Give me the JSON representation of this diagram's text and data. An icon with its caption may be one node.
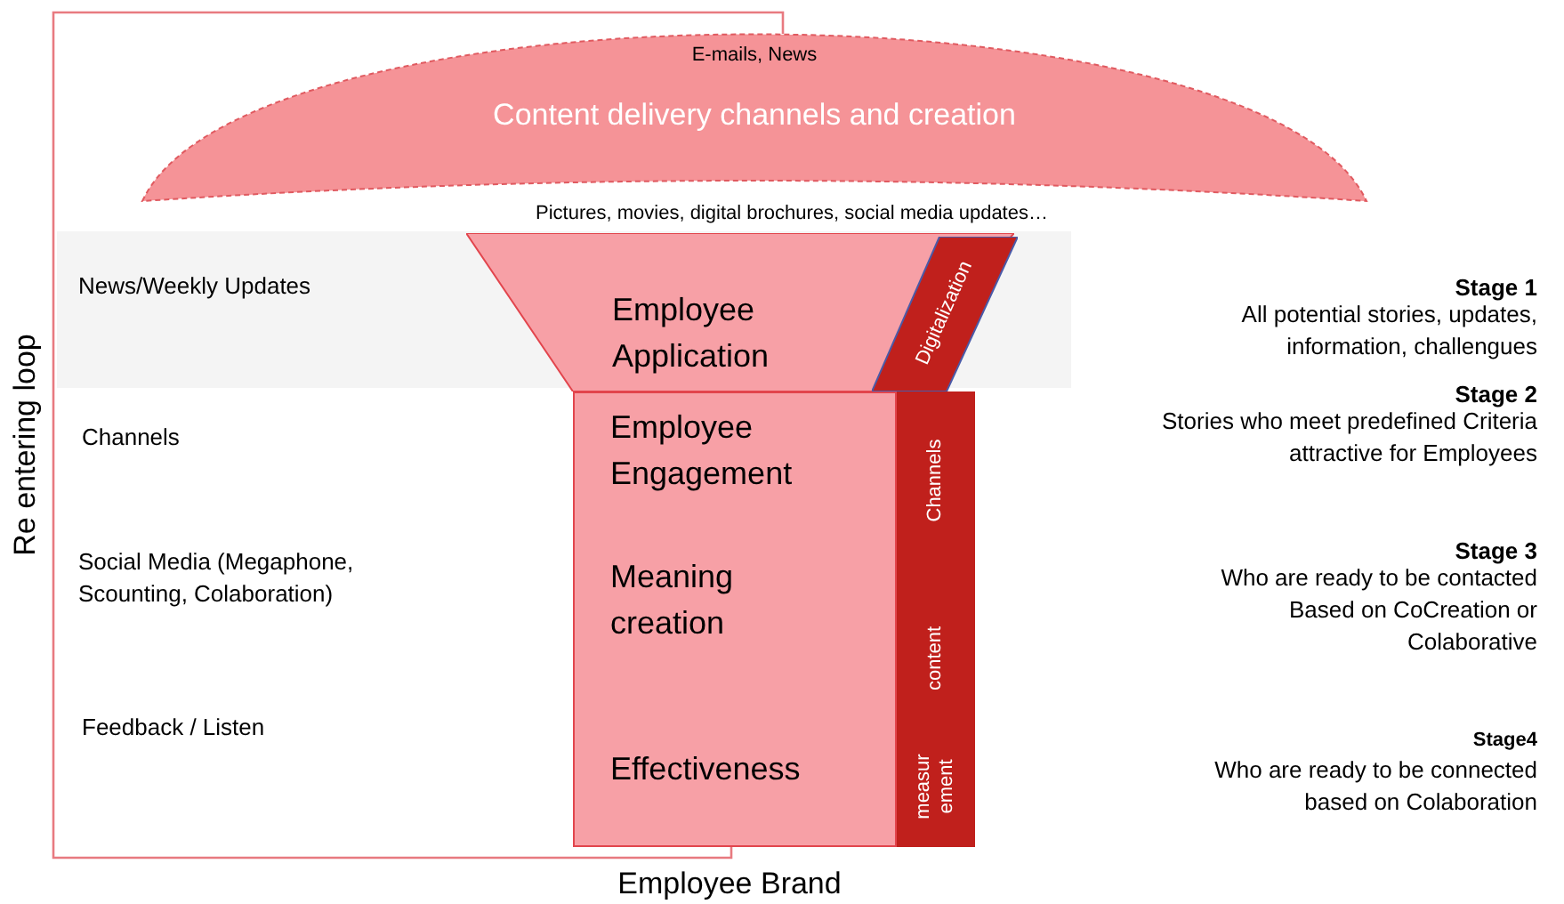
{
  "diagram": {
    "nodes": [
      {
        "text": [
          "E-mails, News",
          "Content delivery channels and creation"
        ]
      },
      {
        "text": [
          "Employee Application"
        ]
      },
      {
        "text": [
          "Employee Engagement",
          "Meaning creation",
          "Effectiveness"
        ]
      },
      {
        "text": [
          "Digitalization"
        ]
      },
      {
        "text": [
          "Channels",
          "content",
          "measur ement"
        ]
      }
    ],
    "edges": [
      {
        "from": 2,
        "to": 0,
        "arrow": "none"
      }
    ],
    "labels": [
      "Re entering loop",
      "Pictures, movies, digital brochures, social media updates…",
      "News/Weekly Updates",
      "Stage 1",
      "All potential stories, updates, information, challengues",
      "Channels",
      "Stage 2",
      "Stories who meet predefined Criteria attractive for Employees",
      "Social Media (Megaphone, Scounting, Colaboration)",
      "Stage 3",
      "Who are ready to be contacted Based on CoCreation or Colaborative",
      "Feedback / Listen",
      "Stage4",
      "Who are ready to be connected based on Colaboration",
      "Employee Brand"
    ]
  }
}
